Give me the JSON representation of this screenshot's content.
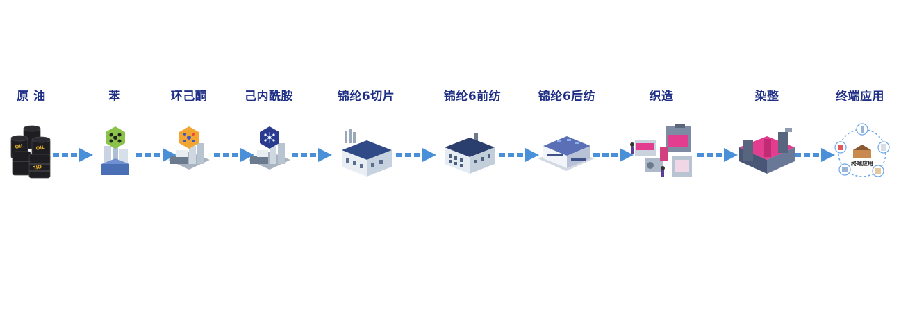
{
  "steps": [
    {
      "label": "原 油",
      "icon": "oil-barrels-icon"
    },
    {
      "label": "苯",
      "icon": "benzene-plant-icon"
    },
    {
      "label": "环己酮",
      "icon": "cyclohexanone-plant-icon"
    },
    {
      "label": "己内酰胺",
      "icon": "caprolactam-plant-icon"
    },
    {
      "label": "锦纶6切片",
      "icon": "nylon6-chip-factory-icon"
    },
    {
      "label": "锦纶6前纺",
      "icon": "nylon6-spinning-factory-icon"
    },
    {
      "label": "锦纶6后纺",
      "icon": "nylon6-post-spinning-factory-icon"
    },
    {
      "label": "织造",
      "icon": "weaving-machines-icon"
    },
    {
      "label": "染整",
      "icon": "dyeing-finishing-machine-icon"
    },
    {
      "label": "终端应用",
      "icon": "end-applications-icon"
    }
  ],
  "barrel_text": "OIL",
  "end_app_center_text": "终端应用",
  "colors": {
    "label": "#1f2f86",
    "arrow": "#4a90d9"
  }
}
